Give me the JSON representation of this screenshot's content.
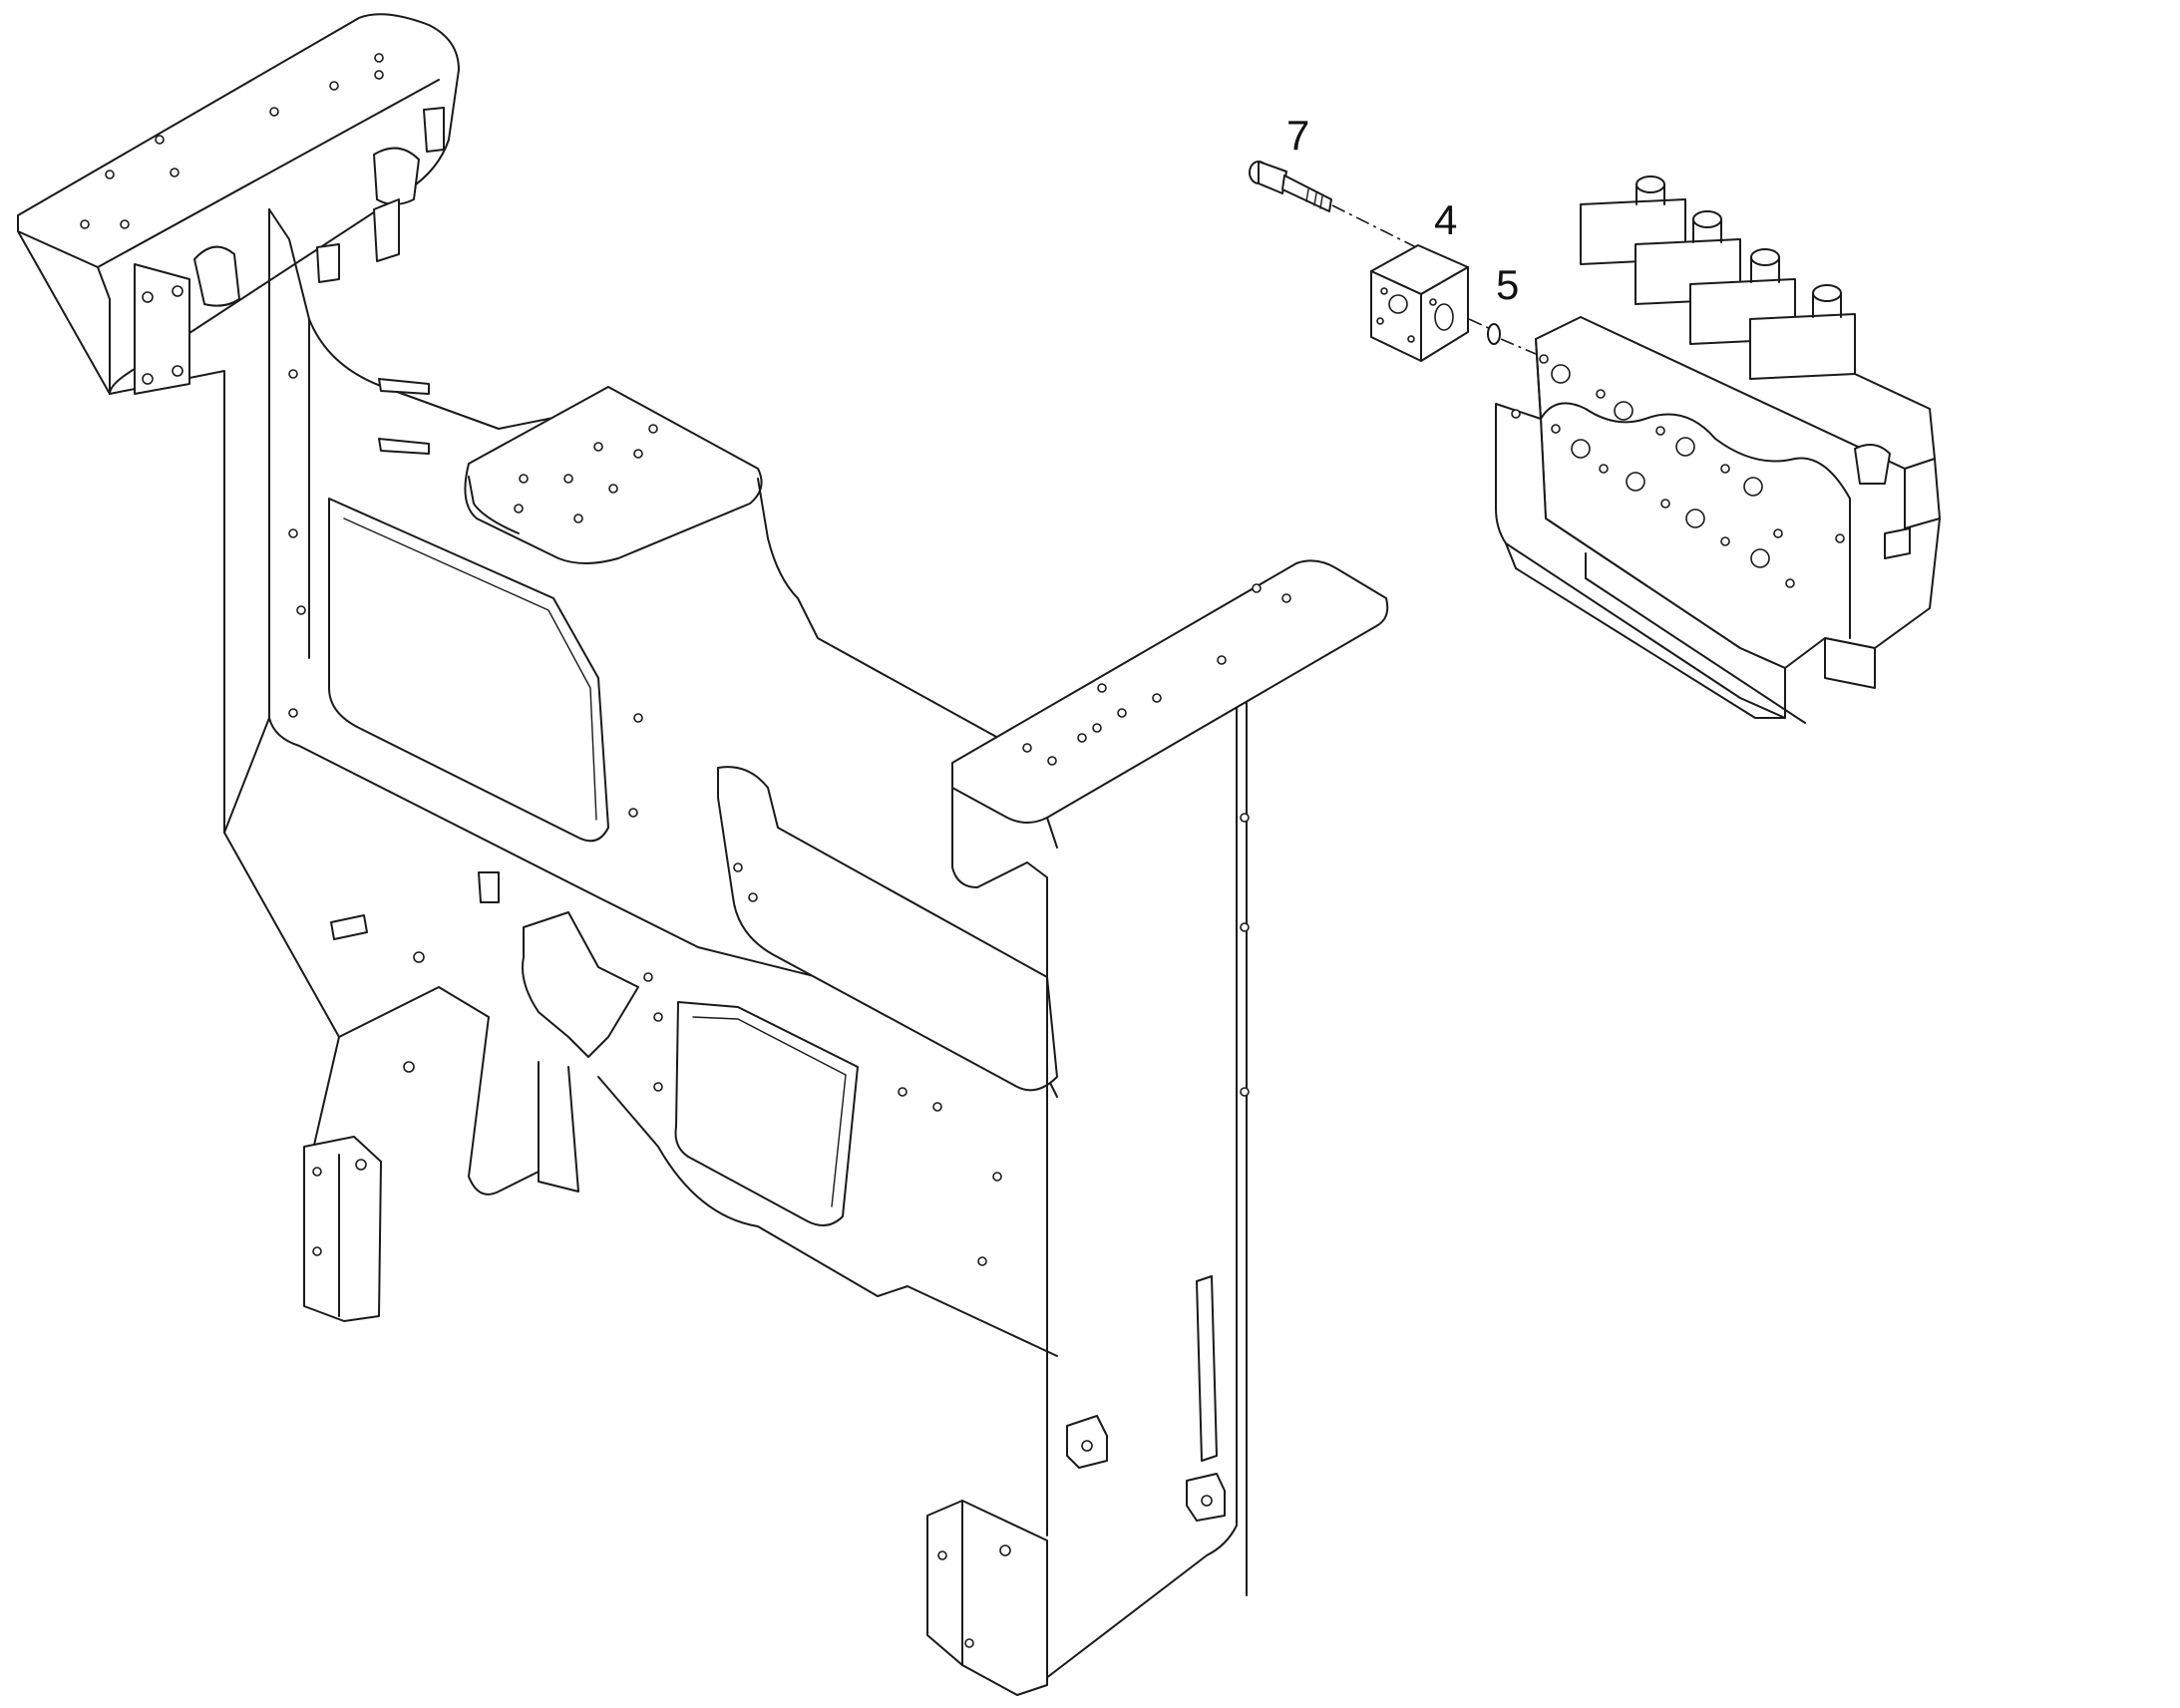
{
  "callouts": [
    {
      "id": "7",
      "label": "7"
    },
    {
      "id": "4",
      "label": "4"
    },
    {
      "id": "5",
      "label": "5"
    }
  ],
  "colors": {
    "line": "#1a1a1a",
    "background": "#ffffff"
  }
}
